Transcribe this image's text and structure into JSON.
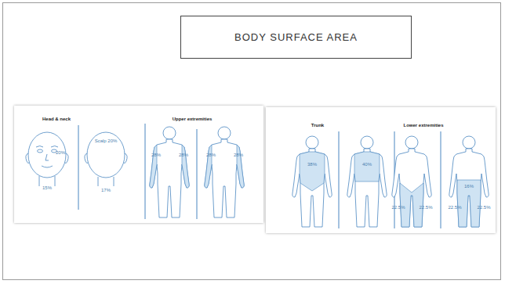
{
  "diagram": {
    "title": "BODY SURFACE AREA",
    "labels": [
      "Head & neck",
      "Upper extremities",
      "20%",
      "15%",
      "Scalp 20%",
      "17%",
      "28%",
      "28%",
      "28%",
      "28%",
      "Trunk",
      "Lower extremities",
      "38%",
      "40%",
      "22.5%",
      "22.5%",
      "16%",
      "22.5%",
      "22.5%"
    ]
  }
}
